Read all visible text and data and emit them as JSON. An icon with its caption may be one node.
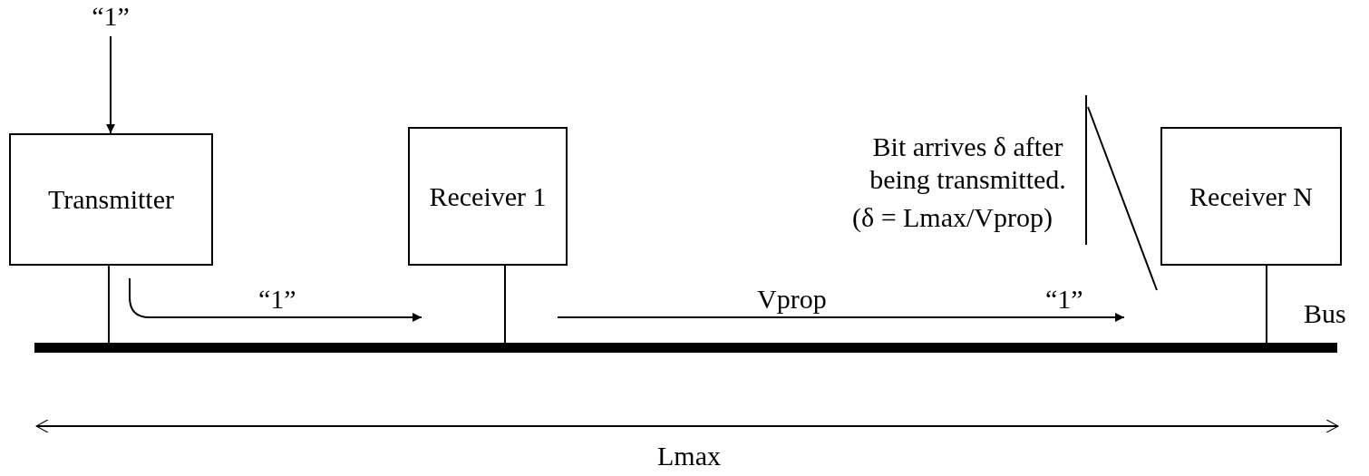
{
  "diagram": {
    "nodes": [
      {
        "text": [
          "Transmitter"
        ]
      },
      {
        "text": [
          "Receiver 1"
        ]
      },
      {
        "text": [
          "Receiver N"
        ]
      },
      {
        "text": [],
        "shape": "bar",
        "beside": [
          "Bus"
        ]
      }
    ],
    "edges": [
      {
        "from": null,
        "to": 0,
        "arrow": "to",
        "label": "“1”"
      },
      {
        "from": 0,
        "to": 3,
        "arrow": "none"
      },
      {
        "from": 1,
        "to": 3,
        "arrow": "none"
      },
      {
        "from": 2,
        "to": 3,
        "arrow": "none"
      }
    ],
    "labels": [
      "Bit arrives δ after being transmitted.",
      "(δ = Lmax/Vprop)",
      "“1”",
      "Vprop",
      "“1”",
      "Lmax"
    ]
  }
}
